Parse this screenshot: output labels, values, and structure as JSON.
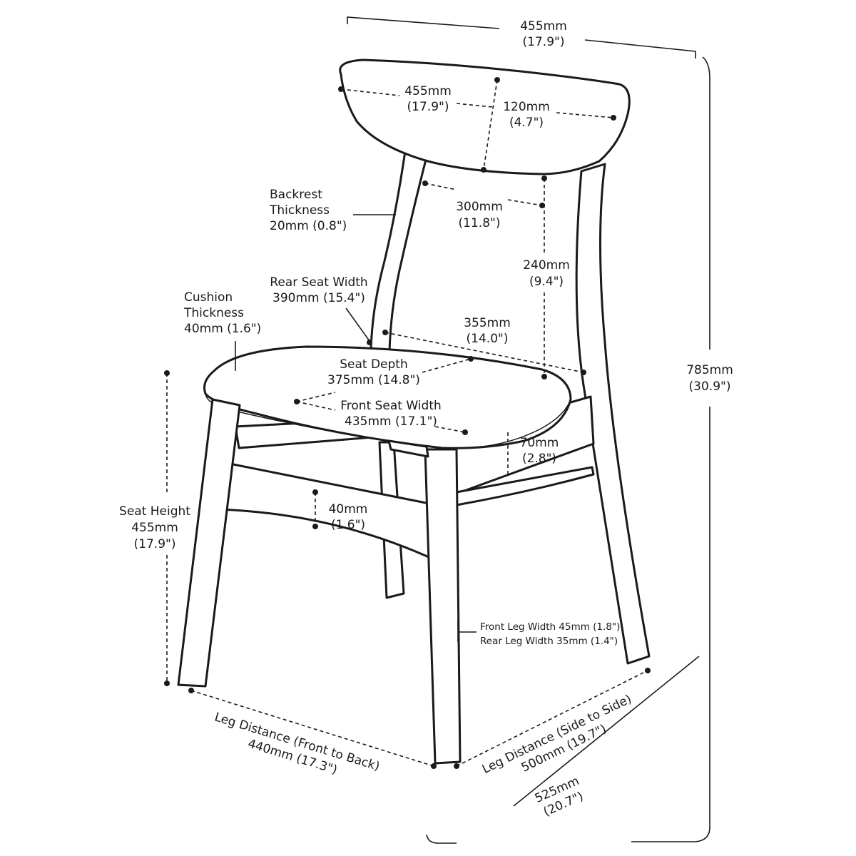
{
  "dimensions": {
    "top_width": {
      "mm": "455mm",
      "in": "(17.9\")"
    },
    "backrest_width": {
      "mm": "455mm",
      "in": "(17.9\")"
    },
    "backrest_height": {
      "mm": "120mm",
      "in": "(4.7\")"
    },
    "backrest_thickness": {
      "line1": "Backrest",
      "line2": "Thickness",
      "line3": "20mm (0.8\")"
    },
    "back_gap_width": {
      "mm": "300mm",
      "in": "(11.8\")"
    },
    "back_gap_height": {
      "mm": "240mm",
      "in": "(9.4\")"
    },
    "rear_seat_width": {
      "line1": "Rear Seat Width",
      "line2": "390mm (15.4\")"
    },
    "cushion_thickness": {
      "line1": "Cushion",
      "line2": "Thickness",
      "line3": "40mm (1.6\")"
    },
    "seat_side": {
      "mm": "355mm",
      "in": "(14.0\")"
    },
    "seat_depth": {
      "line1": "Seat Depth",
      "line2": "375mm (14.8\")"
    },
    "front_seat_width": {
      "line1": "Front Seat Width",
      "line2": "435mm (17.1\")"
    },
    "apron_height": {
      "mm": "70mm",
      "in": "(2.8\")"
    },
    "stretcher_height": {
      "mm": "40mm",
      "in": "(1.6\")"
    },
    "seat_height": {
      "line1": "Seat Height",
      "line2": "455mm",
      "line3": "(17.9\")"
    },
    "overall_height": {
      "mm": "785mm",
      "in": "(30.9\")"
    },
    "leg_width": {
      "line1": "Front Leg Width 45mm (1.8\")",
      "line2": "Rear Leg Width 35mm (1.4\")"
    },
    "leg_front_back": {
      "line1": "Leg Distance (Front to Back)",
      "line2": "440mm (17.3\")"
    },
    "leg_side_side": {
      "line1": "Leg Distance (Side to Side)",
      "line2": "500mm (19.7\")"
    },
    "overall_depth": {
      "mm": "525mm",
      "in": "(20.7\")"
    }
  }
}
